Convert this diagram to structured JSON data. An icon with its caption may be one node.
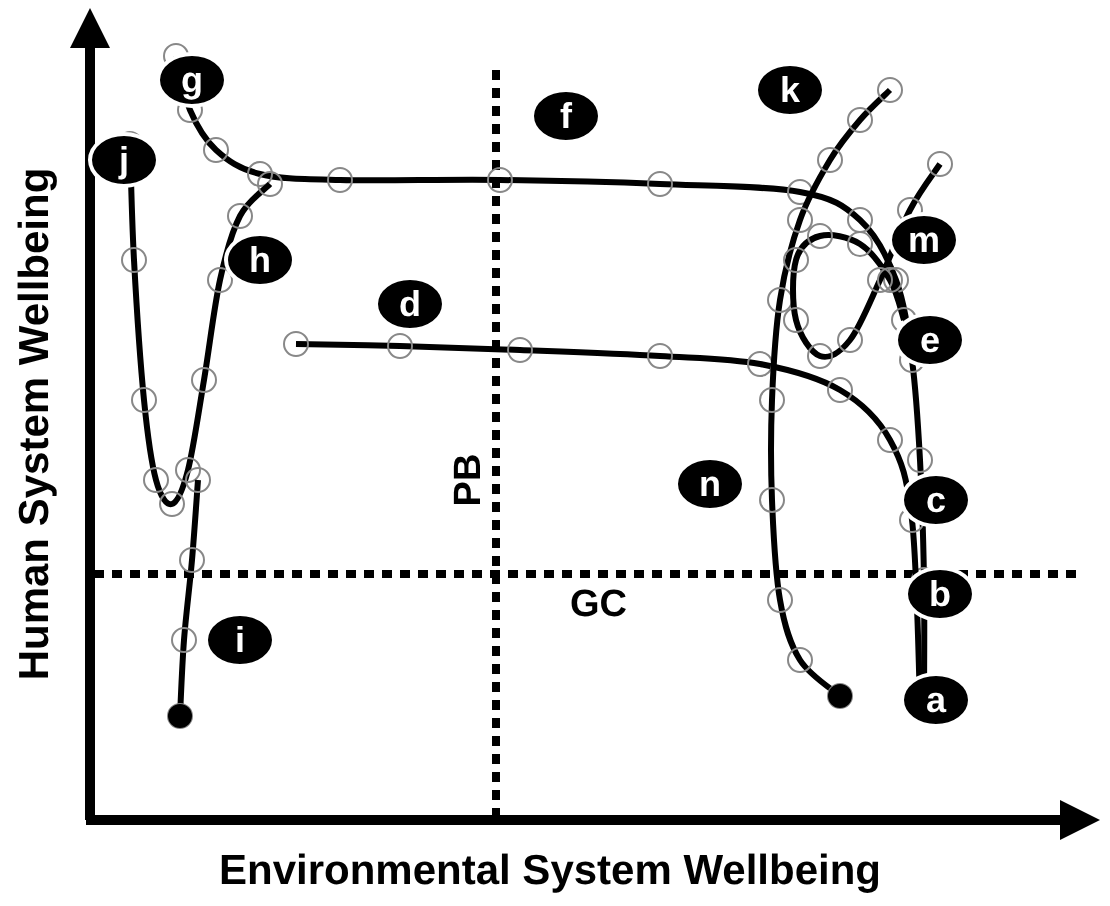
{
  "diagram": {
    "nodes": [
      {
        "text": [
          "g"
        ]
      },
      {
        "text": [
          "f"
        ]
      },
      {
        "text": [
          "k"
        ]
      },
      {
        "text": [
          "j"
        ]
      },
      {
        "text": [
          "m"
        ]
      },
      {
        "text": [
          "h"
        ]
      },
      {
        "text": [
          "d"
        ]
      },
      {
        "text": [
          "e"
        ]
      },
      {
        "text": [
          "n"
        ]
      },
      {
        "text": [
          "c"
        ]
      },
      {
        "text": [
          "b"
        ]
      },
      {
        "text": [
          "i"
        ]
      },
      {
        "text": [
          "a"
        ]
      }
    ],
    "labels": [
      "Human System Wellbeing",
      "PB",
      "GC",
      "Environmental System Wellbeing"
    ]
  }
}
